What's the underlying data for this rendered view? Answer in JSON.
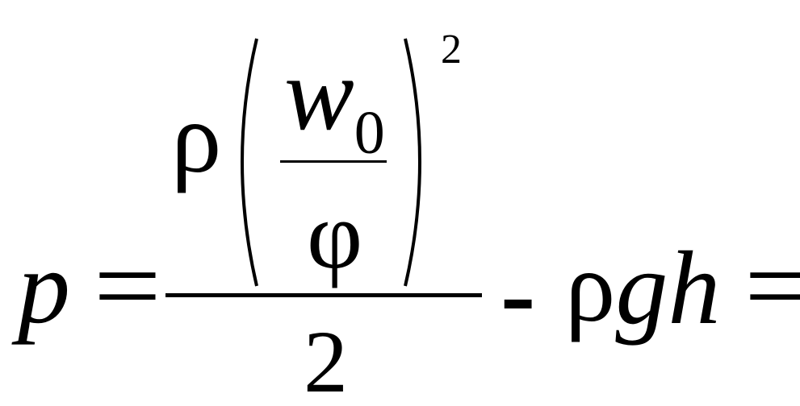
{
  "formula": {
    "lhs": "p",
    "equals_1": "=",
    "numerator": {
      "rho": "ρ",
      "inner_numerator": "w",
      "inner_subscript": "0",
      "inner_denominator": "φ",
      "exponent": "2"
    },
    "denominator": "2",
    "minus": "-",
    "rho": "ρ",
    "g": "g",
    "h": "h",
    "equals_2": "="
  }
}
